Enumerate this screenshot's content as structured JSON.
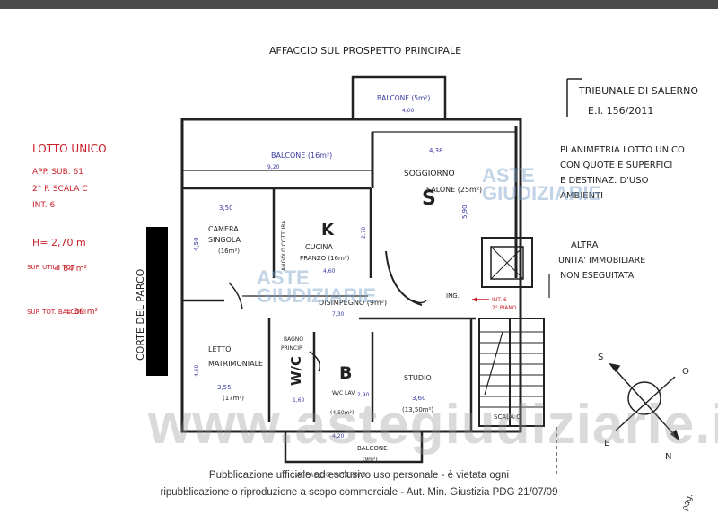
{
  "header": {
    "title": "AFFACCIO SUL PROSPETTO PRINCIPALE"
  },
  "tribunal": {
    "line1": "TRIBUNALE DI SALERNO",
    "line2": "E.I. 156/2011"
  },
  "legend": {
    "line1": "PLANIMETRIA LOTTO UNICO",
    "line2": "CON QUOTE E SUPERFICI",
    "line3": "E DESTINAZ. D'USO",
    "line4": "AMBIENTI"
  },
  "other_unit": {
    "line1": "ALTRA",
    "line2": "UNITA' IMMOBILIARE",
    "line3": "NON ESEGUITATA"
  },
  "lot_info": {
    "title": "LOTTO UNICO",
    "line1": "APP. SUB. 61",
    "line2": "2° P. SCALA C",
    "line3": "INT. 6",
    "height": "H= 2,70 m",
    "sup_label": "SUP. UTILE TOT",
    "sup_value": "= 84 m²",
    "balc_label": "SUP. TOT. BALCONI",
    "balc_value": "= 30 m²"
  },
  "side_label": "CORTE DEL PARCO",
  "rooms": {
    "balcone_top": "BALCONE (5m²)",
    "balcone_top_dim": "4,00",
    "balcone_main": "BALCONE (16m²)",
    "balcone_main_dim": "9,20",
    "soggiorno": "SOGGIORNO",
    "soggiorno2": "SALONE (25m²)",
    "soggiorno_letter": "S",
    "soggiorno_dim_w": "4,38",
    "soggiorno_dim_h": "5,90",
    "camera": "CAMERA",
    "camera2": "SINGOLA",
    "camera3": "(16m²)",
    "camera_dim_w": "3,50",
    "camera_dim_h": "4,50",
    "angolo_cottura": "ANGOLO COTTURA",
    "cucina": "CUCINA",
    "cucina2": "PRANZO (16m²)",
    "cucina_letter": "K",
    "cucina_dim_w": "4,60",
    "cucina_dim_h": "2,70",
    "disimpegno": "DISIMPEGNO (9m²)",
    "disimpegno_dim": "7,30",
    "ingresso": "ING.",
    "int_piano": "INT. 6",
    "int_piano2": "2° PIANO",
    "letto": "LETTO",
    "letto2": "MATRIMONIALE",
    "letto_dim_w": "3,55",
    "letto_dim_h": "4,50",
    "letto_area": "(17m²)",
    "bagno": "BAGNO",
    "bagno2": "PRINCIP.",
    "wc_letter": "W/C",
    "wc_lav": "W/C LAV.",
    "wc_lav_area": "(4,50m²)",
    "wc_dim": "1,60",
    "wc_dim2": "2,90",
    "b_letter": "B",
    "studio": "STUDIO",
    "studio_dim": "3,60",
    "studio_area": "(13,50m²)",
    "balcone_bottom": "BALCONE",
    "balcone_bottom_area": "(9m²)",
    "balcone_bottom_dim": "4,20",
    "scala": "SCALA C",
    "affaccio_bottom": "AFFACCIO INTERNO"
  },
  "compass": {
    "s": "S",
    "o": "O",
    "e": "E",
    "n": "N"
  },
  "footer": {
    "line1": "Pubblicazione ufficiale ad esclusivo uso personale - è vietata ogni",
    "line2": "ripubblicazione o riproduzione a scopo commerciale - Aut. Min. Giustizia PDG 21/07/09"
  },
  "watermark": {
    "big": "www.astegiudiziarie.it",
    "a1": "ASTE",
    "a1b": "GIUDIZIARIE",
    "a2": "ASTE",
    "a2b": "GIUDIZIARIE"
  },
  "corner_note": "pag."
}
